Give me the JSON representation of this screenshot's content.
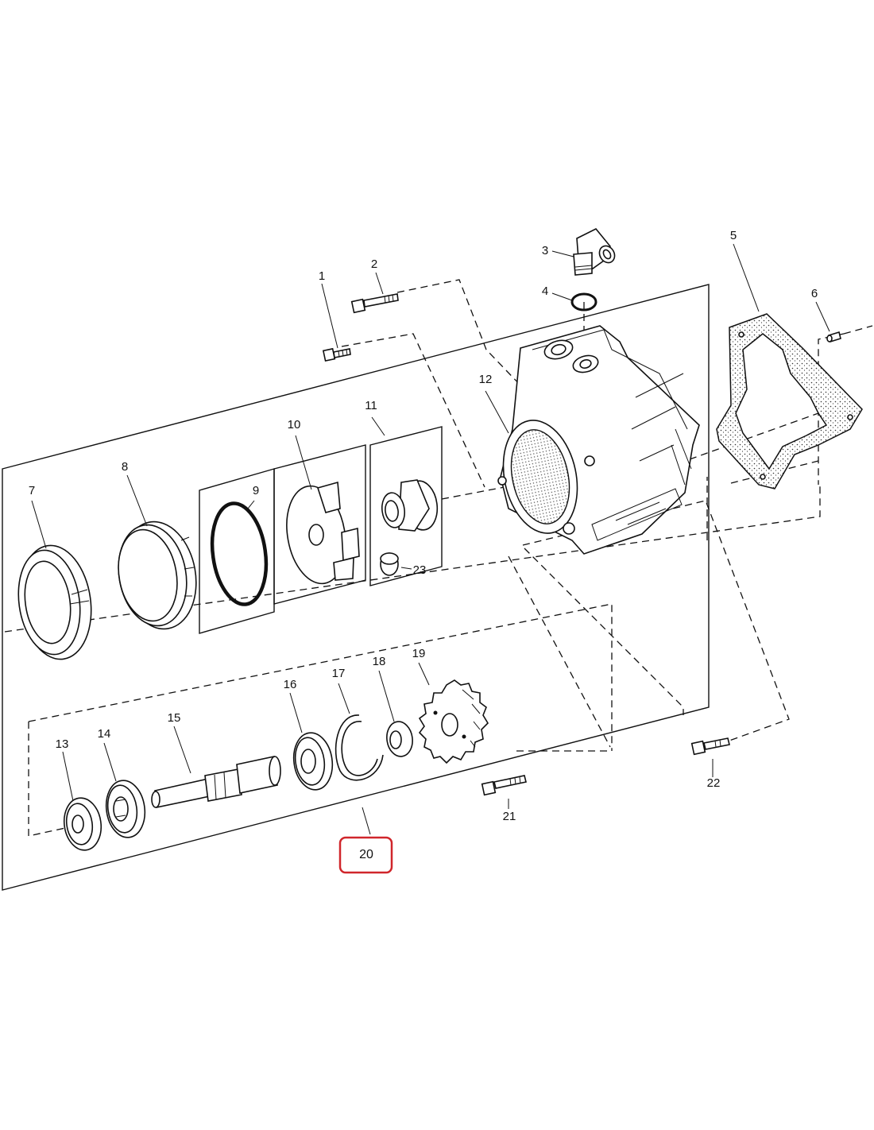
{
  "diagram": {
    "callouts": [
      {
        "id": "1",
        "text": "1"
      },
      {
        "id": "2",
        "text": "2"
      },
      {
        "id": "3",
        "text": "3"
      },
      {
        "id": "4",
        "text": "4"
      },
      {
        "id": "5",
        "text": "5"
      },
      {
        "id": "6",
        "text": "6"
      },
      {
        "id": "7",
        "text": "7"
      },
      {
        "id": "8",
        "text": "8"
      },
      {
        "id": "9",
        "text": "9"
      },
      {
        "id": "10",
        "text": "10"
      },
      {
        "id": "11",
        "text": "11"
      },
      {
        "id": "12",
        "text": "12"
      },
      {
        "id": "13",
        "text": "13"
      },
      {
        "id": "14",
        "text": "14"
      },
      {
        "id": "15",
        "text": "15"
      },
      {
        "id": "16",
        "text": "16"
      },
      {
        "id": "17",
        "text": "17"
      },
      {
        "id": "18",
        "text": "18"
      },
      {
        "id": "19",
        "text": "19"
      },
      {
        "id": "20",
        "text": "20"
      },
      {
        "id": "21",
        "text": "21"
      },
      {
        "id": "22",
        "text": "22"
      },
      {
        "id": "23",
        "text": "23"
      }
    ],
    "highlighted_callout": "20",
    "highlight_color": "#d0262b",
    "line_color": "#111111",
    "background_color": "#ffffff"
  }
}
